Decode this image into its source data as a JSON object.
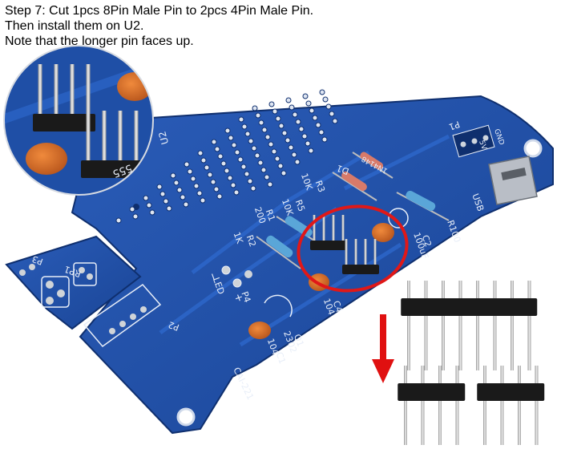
{
  "caption": {
    "line1": "Step 7: Cut 1pcs 8Pin Male Pin to 2pcs 4Pin Male Pin.",
    "line2": "Then install them on U2.",
    "line3": "Note that the longer pin faces up."
  },
  "board_labels": {
    "model": "CAI-221",
    "u2": "U2",
    "chip": "555",
    "d1": "D1",
    "d1_part": "1N4148",
    "rp1": "RP1",
    "p1": "P1",
    "p2": "P2",
    "p3": "P3",
    "p4": "P4",
    "c1": "C1",
    "c1_val": "104",
    "c2": "C2",
    "c2_val": "100uF",
    "c4": "C4",
    "c4_val": "104",
    "led": "LED",
    "usb": "USB",
    "r1": "R1",
    "r1_val": "200",
    "r2": "R2",
    "r2_val": "1K",
    "r3": "R3",
    "r3_val": "10K",
    "r5": "R5",
    "r5_val": "10K",
    "r100": "R100",
    "q1": "Q1",
    "q1_val": "2302",
    "gnd": "GND",
    "v5": "5V",
    "minus": "−",
    "plus": "+"
  },
  "colors": {
    "board": "#1d4fa8",
    "board_dark": "#153d86",
    "highlight_circle": "#e01818",
    "arrow": "#e01010",
    "header_plastic": "#1a1a1a",
    "pin_metal": "#c9c9c9",
    "capacitor": "#d2691e"
  },
  "icons": {
    "arrow": "arrow-down-icon"
  }
}
